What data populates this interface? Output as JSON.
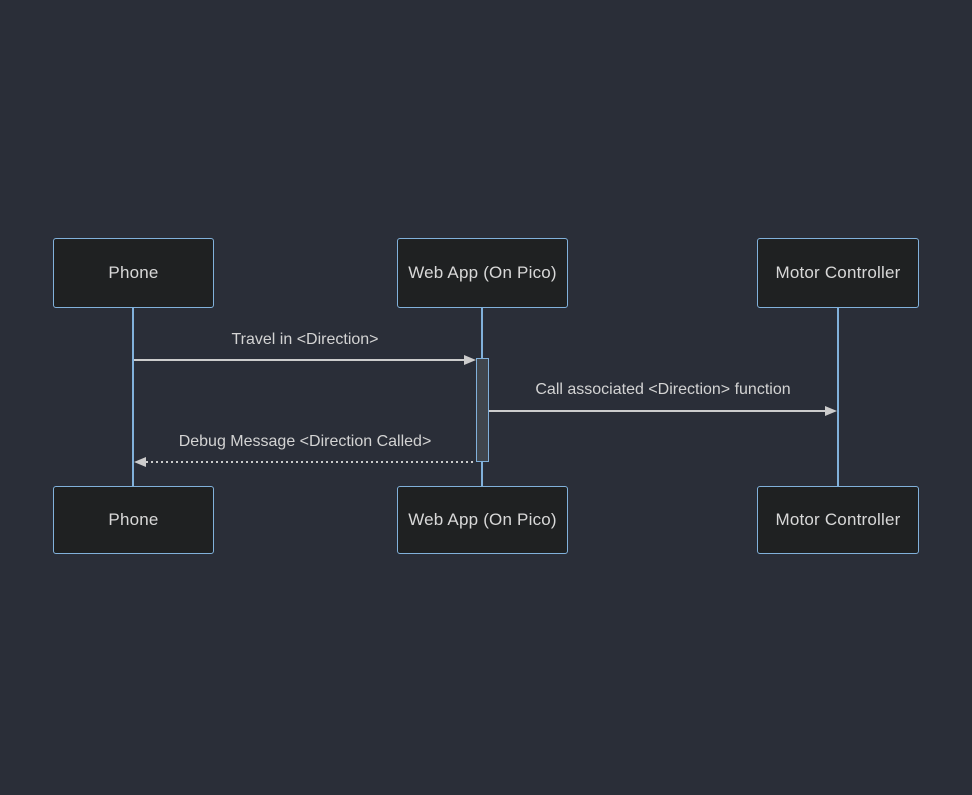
{
  "colors": {
    "background": "#2a2e38",
    "actor_fill": "#1f2122",
    "actor_border": "#81b1db",
    "actor_text": "#d8d8d8",
    "lifeline": "#81b1db",
    "message_line": "#cccccc",
    "message_text": "#d3d3d3",
    "activation_fill": "#40464d",
    "activation_border": "#81b1db"
  },
  "diagram": {
    "type": "sequence",
    "actors": [
      {
        "id": "phone",
        "label": "Phone"
      },
      {
        "id": "webapp",
        "label": "Web App (On Pico)"
      },
      {
        "id": "motor",
        "label": "Motor Controller"
      }
    ],
    "messages": [
      {
        "from": "phone",
        "to": "webapp",
        "text": "Travel in <Direction>",
        "style": "solid"
      },
      {
        "from": "webapp",
        "to": "motor",
        "text": "Call associated <Direction> function",
        "style": "solid"
      },
      {
        "from": "webapp",
        "to": "phone",
        "text": "Debug Message <Direction Called>",
        "style": "dashed"
      }
    ],
    "activations": [
      {
        "actor": "webapp"
      }
    ],
    "icons": {
      "arrowhead_right": "filled-triangle-right",
      "arrowhead_left": "filled-triangle-left"
    }
  }
}
